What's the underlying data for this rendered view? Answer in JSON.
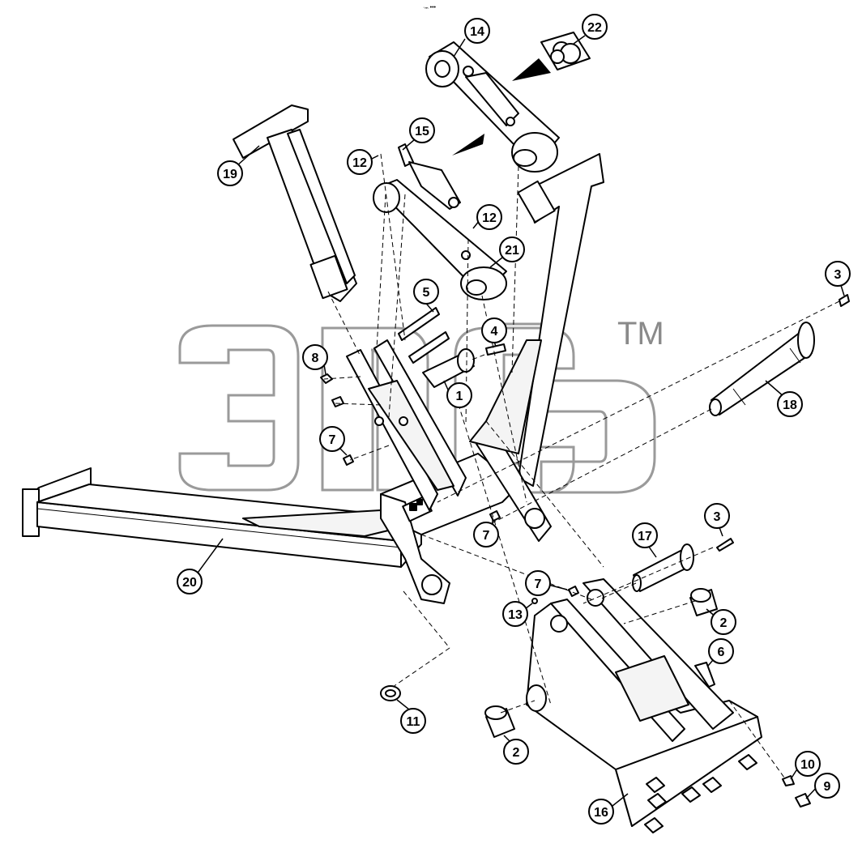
{
  "watermark": {
    "logo": "эпс",
    "trademark": "TM"
  },
  "header_mark": "·ₘ •••",
  "callouts": [
    "14",
    "22",
    "15",
    "19",
    "12",
    "12",
    "21",
    "5",
    "4",
    "8",
    "1",
    "7",
    "3",
    "18",
    "20",
    "7",
    "3",
    "17",
    "7",
    "13",
    "2",
    "6",
    "11",
    "2",
    "10",
    "9",
    "16"
  ]
}
